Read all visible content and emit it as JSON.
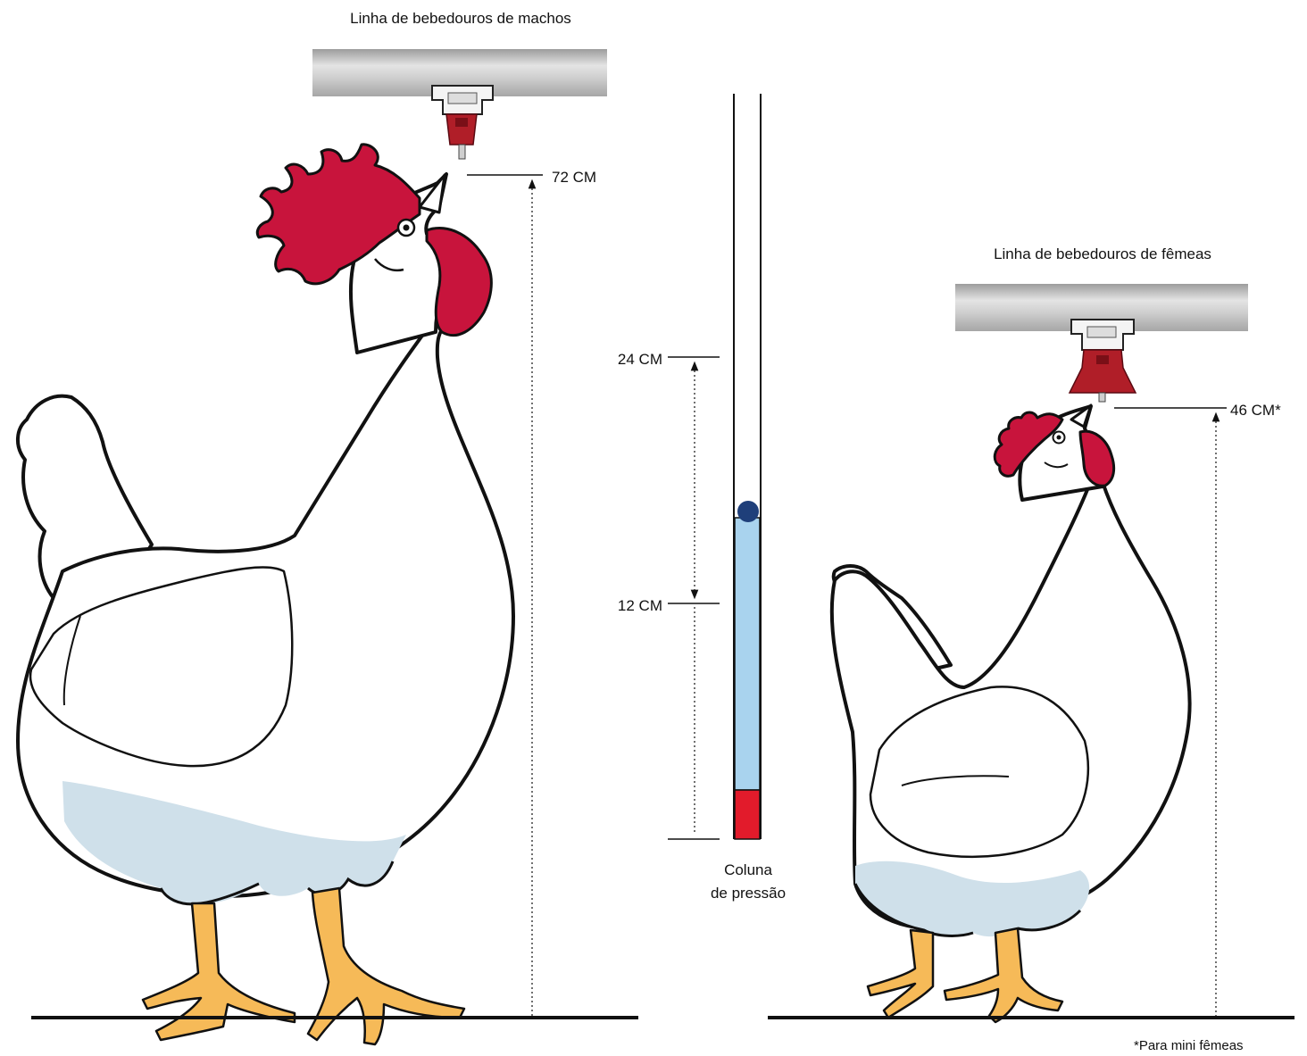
{
  "labels": {
    "male_line": "Linha de bebedouros de machos",
    "female_line": "Linha de bebedouros de fêmeas",
    "male_height": "72 CM",
    "female_height": "46 CM*",
    "column_24": "24 CM",
    "column_12": "12 CM",
    "column_title_1": "Coluna",
    "column_title_2": "de pressão",
    "footnote": "*Para mini fêmeas"
  },
  "colors": {
    "comb_red": "#c8143c",
    "nipple_red": "#b01e28",
    "pipe_grey": "#bdbdbd",
    "water_blue": "#a9d3ee",
    "ball_blue": "#1f3f7a",
    "column_red": "#e21b2b",
    "leg_orange": "#f6ba58",
    "feather_shade": "#cfe0ea"
  }
}
